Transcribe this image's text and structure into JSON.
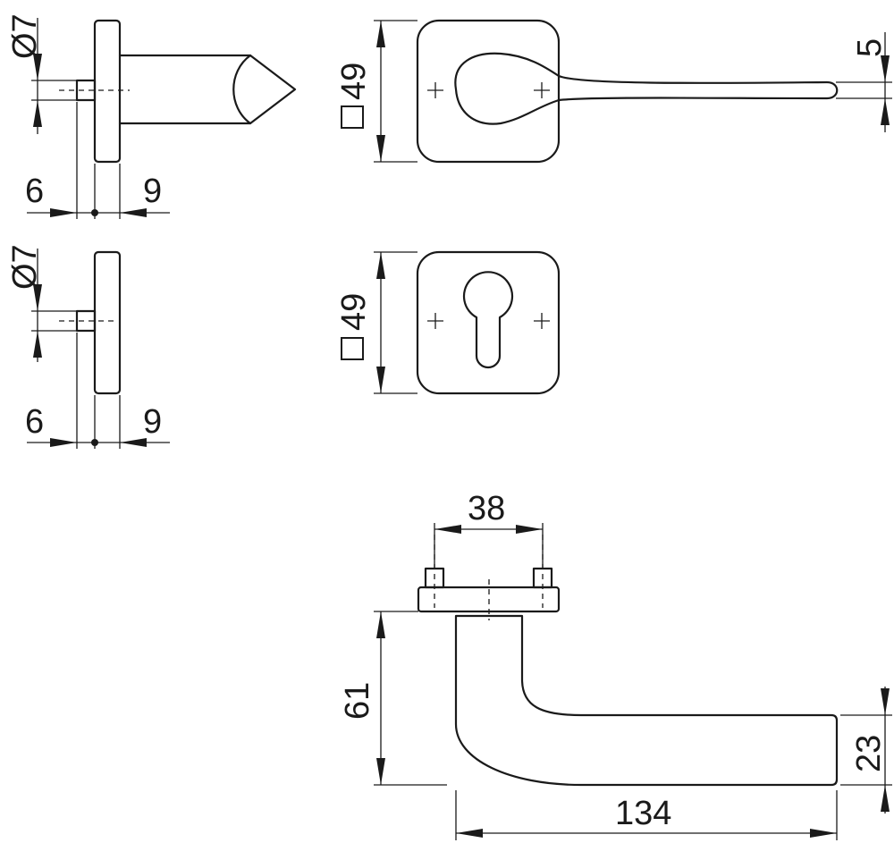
{
  "dimensions": {
    "rose_spindle_diameter": "Ø7",
    "rose_left": "6",
    "rose_right": "9",
    "rose2_spindle_diameter": "Ø7",
    "rose2_left": "6",
    "rose2_right": "9",
    "lever_rose_square": "49",
    "lever_thickness": "5",
    "key_rose_square": "49",
    "fixing_spacing": "38",
    "lever_height": "61",
    "grip_height": "23",
    "lever_length": "134"
  }
}
